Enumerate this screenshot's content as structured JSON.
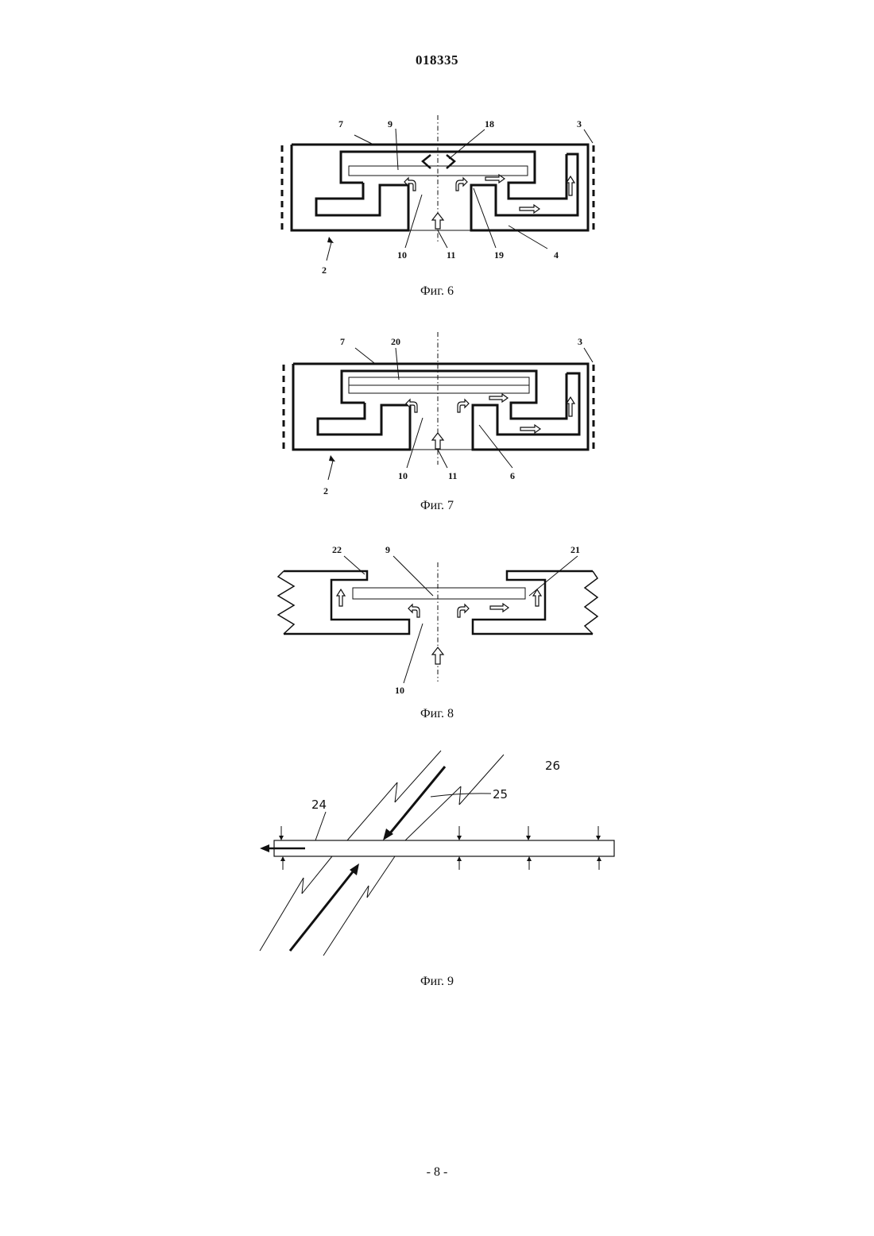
{
  "document": {
    "number": "018335",
    "page": "- 8 -"
  },
  "figures": [
    {
      "id": "fig6",
      "caption": "Фиг. 6",
      "labels": {
        "l7": "7",
        "l9": "9",
        "l18": "18",
        "l3": "3",
        "l10": "10",
        "l11": "11",
        "l19": "19",
        "l4": "4",
        "l2": "2"
      }
    },
    {
      "id": "fig7",
      "caption": "Фиг. 7",
      "labels": {
        "l7": "7",
        "l20": "20",
        "l3": "3",
        "l10": "10",
        "l11": "11",
        "l6": "6",
        "l2": "2"
      }
    },
    {
      "id": "fig8",
      "caption": "Фиг. 8",
      "labels": {
        "l22": "22",
        "l9": "9",
        "l21": "21",
        "l10": "10"
      }
    },
    {
      "id": "fig9",
      "caption": "Фиг. 9",
      "labels": {
        "l26": "26",
        "l24": "24",
        "l25": "25"
      }
    }
  ]
}
